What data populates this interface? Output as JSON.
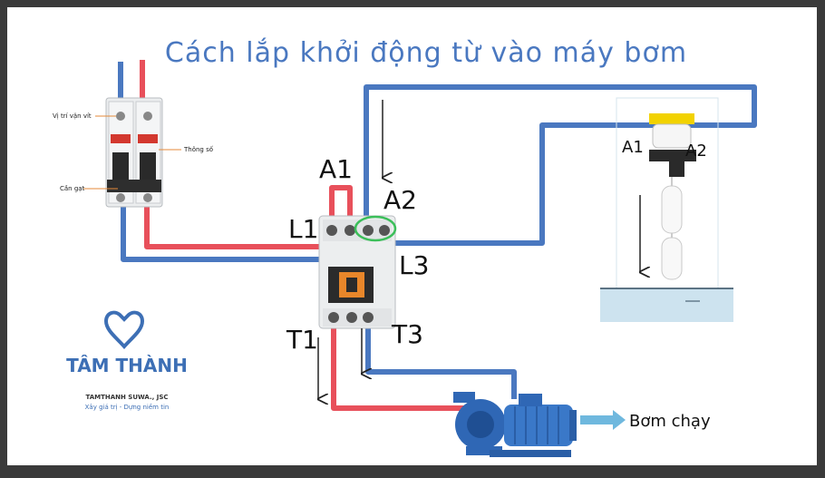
{
  "title": "Cách lắp khởi động từ vào máy bơm",
  "breaker": {
    "label_screw": "Vị trí vặn vít",
    "label_spec": "Thông số",
    "label_lever": "Cần gạt"
  },
  "contactor": {
    "a1": "A1",
    "a2": "A2",
    "l1": "L1",
    "l3": "L3",
    "t1": "T1",
    "t3": "T3"
  },
  "float_switch": {
    "a1": "A1",
    "a2": "A2"
  },
  "pump": {
    "label": "Bơm chạy"
  },
  "logo": {
    "brand": "TÂM THÀNH",
    "company": "TAMTHANH SUWA., JSC",
    "slogan": "Xây giá trị - Dựng niềm tin"
  },
  "colors": {
    "phase_wire": "#e8505b",
    "neutral_wire": "#4a78c0",
    "title": "#4a78c0",
    "water": "#cde3ef",
    "logo": "#3d6fb5"
  }
}
